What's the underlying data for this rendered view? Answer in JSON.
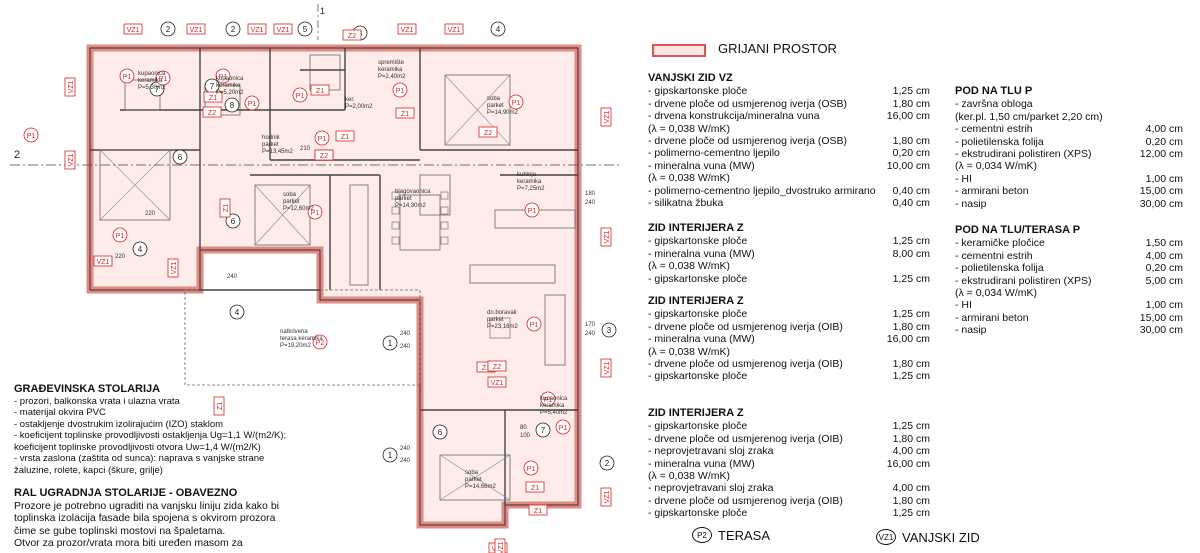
{
  "legend": {
    "grijani": "GRIJANI PROSTOR",
    "terasa_code": "P2",
    "terasa_label": "TERASA",
    "vanjski_code": "VZ1",
    "vanjski_label": "VANJSKI ZID"
  },
  "vanjski_zid": {
    "title": "VANJSKI ZID VZ",
    "rows": [
      {
        "t": "- gipskartonske ploče",
        "v": "1,25 cm"
      },
      {
        "t": "- drvene ploče od usmjerenog iverja (OSB)",
        "v": "1,80 cm"
      },
      {
        "t": "- drvena konstrukcija/mineralna vuna",
        "v": "16,00 cm"
      },
      {
        "t": "   (λ = 0,038 W/mK)",
        "v": ""
      },
      {
        "t": "- drvene ploče od usmjerenog iverja (OSB)",
        "v": "1,80 cm"
      },
      {
        "t": "- polimerno-cementno ljepilo",
        "v": "0,20 cm"
      },
      {
        "t": "- mineralna vuna (MW)",
        "v": "10,00 cm"
      },
      {
        "t": "   (λ = 0,038 W/mK)",
        "v": ""
      },
      {
        "t": "- polimerno-cementno ljepilo_dvostruko armirano",
        "v": "0,40 cm"
      },
      {
        "t": "- silikatna žbuka",
        "v": "0,40 cm"
      }
    ]
  },
  "zid_interijera_1": {
    "title": "ZID INTERIJERA Z",
    "rows": [
      {
        "t": "- gipskartonske ploče",
        "v": "1,25 cm"
      },
      {
        "t": "- mineralna vuna (MW)",
        "v": "8,00 cm"
      },
      {
        "t": "   (λ = 0,038 W/mK)",
        "v": ""
      },
      {
        "t": "- gipskartonske ploče",
        "v": "1,25 cm"
      }
    ]
  },
  "zid_interijera_2": {
    "title": "ZID INTERIJERA Z",
    "rows": [
      {
        "t": "- gipskartonske ploče",
        "v": "1,25 cm"
      },
      {
        "t": "- drvene ploče od usmjerenog iverja (OIB)",
        "v": "1,80 cm"
      },
      {
        "t": "- mineralna vuna (MW)",
        "v": "16,00 cm"
      },
      {
        "t": "   (λ = 0,038 W/mK)",
        "v": ""
      },
      {
        "t": "- drvene ploče od usmjerenog iverja (OIB)",
        "v": "1,80 cm"
      },
      {
        "t": "- gipskartonske ploče",
        "v": "1,25 cm"
      }
    ]
  },
  "zid_interijera_3": {
    "title": "ZID INTERIJERA Z",
    "rows": [
      {
        "t": "- gipskartonske ploče",
        "v": "1,25 cm"
      },
      {
        "t": "- drvene ploče od usmjerenog iverja (OIB)",
        "v": "1,80 cm"
      },
      {
        "t": "- neprovjetravani sloj zraka",
        "v": "4,00 cm"
      },
      {
        "t": "- mineralna vuna (MW)",
        "v": "16,00 cm"
      },
      {
        "t": "   (λ = 0,038 W/mK)",
        "v": ""
      },
      {
        "t": "- neprovjetravani sloj zraka",
        "v": "4,00 cm"
      },
      {
        "t": "- drvene ploče od usmjerenog iverja (OIB)",
        "v": "1,80 cm"
      },
      {
        "t": "- gipskartonske ploče",
        "v": "1,25 cm"
      }
    ]
  },
  "pod_na_tlu": {
    "title": "POD NA TLU  P",
    "rows": [
      {
        "t": "- završna obloga",
        "v": ""
      },
      {
        "t": "  (ker.pl. 1,50 cm/parket 2,20 cm)",
        "v": ""
      },
      {
        "t": "- cementni estrih",
        "v": "4,00 cm"
      },
      {
        "t": "- polietilenska folija",
        "v": "0,20 cm"
      },
      {
        "t": "- ekstrudirani polistiren (XPS)",
        "v": "12,00 cm"
      },
      {
        "t": "   (λ = 0,034 W/mK)",
        "v": ""
      },
      {
        "t": "- HI",
        "v": "1,00 cm"
      },
      {
        "t": "- armirani beton",
        "v": "15,00 cm"
      },
      {
        "t": "- nasip",
        "v": "30,00 cm"
      }
    ]
  },
  "pod_terasa": {
    "title": "POD NA TLU/TERASA P",
    "rows": [
      {
        "t": "- keramičke pločice",
        "v": "1,50 cm"
      },
      {
        "t": "- cementni estrih",
        "v": "4,00 cm"
      },
      {
        "t": "- polietilenska folija",
        "v": "0,20 cm"
      },
      {
        "t": "- ekstrudirani polistiren (XPS)",
        "v": "5,00 cm"
      },
      {
        "t": "   (λ = 0,034 W/mK)",
        "v": ""
      },
      {
        "t": "- HI",
        "v": "1,00 cm"
      },
      {
        "t": "- armirani beton",
        "v": "15,00 cm"
      },
      {
        "t": "- nasip",
        "v": "30,00 cm"
      }
    ]
  },
  "stolarija": {
    "title": "GRAĐEVINSKA STOLARIJA",
    "lines": [
      "- prozori, balkonska vrata i ulazna vrata",
      "- materijal okvira PVC",
      "- ostakljenje dvostrukim izolirajućim (IZO) staklom",
      "- koeficijent toplinske provodljivosti ostakljenja Ug=1,1 W/(m2/K);",
      "  koeficijent toplinske provodljivosti otvora Uw=1,4 W/(m2/K)",
      "- vrsta zaslona (zaštita od sunca): naprava s vanjske strane",
      "  žaluzine, rolete, kapci (škure, grilje)"
    ]
  },
  "ral": {
    "title": "RAL UGRADNJA STOLARIJE - OBAVEZNO",
    "lines": [
      "Prozore je potrebno ugraditi na vanjsku liniju zida kako bi",
      "toplinska izolacija fasade bila spojena s okvirom prozora",
      "čime se gube toplinski mostovi na špaletama.",
      "Otvor za prozor/vrata mora biti uređen masom za"
    ]
  },
  "plan": {
    "rooms": [
      {
        "name": "kupaonica",
        "sub": "keramika",
        "area": "P=5,30m2"
      },
      {
        "name": "kupaonica",
        "sub": "keramika",
        "area": "P=5,20m2"
      },
      {
        "name": "spremište",
        "sub": "keramika",
        "area": "P=2,40m2"
      },
      {
        "name": "ker.",
        "sub": "",
        "area": "P=2,00m2"
      },
      {
        "name": "soba",
        "sub": "parket",
        "area": "P=14,90m2"
      },
      {
        "name": "hodnik",
        "sub": "parket",
        "area": "P=13,45m2"
      },
      {
        "name": "soba",
        "sub": "parket",
        "area": "P=12,60m2"
      },
      {
        "name": "blagovaonica",
        "sub": "parket",
        "area": "P=14,30m2"
      },
      {
        "name": "kuhinja",
        "sub": "keramika",
        "area": "P=7,25m2"
      },
      {
        "name": "dn.boravak",
        "sub": "parket",
        "area": "P=23,16m2"
      },
      {
        "name": "natkrivena",
        "sub": "terasa keramika",
        "area": "P=19,20m2"
      },
      {
        "name": "kupaonica",
        "sub": "keramika",
        "area": "P=5,40m2"
      },
      {
        "name": "soba",
        "sub": "parket",
        "area": "P=14,66m2"
      }
    ],
    "tags": [
      "VZ1",
      "Z1",
      "Z2",
      "P1",
      "P2"
    ],
    "axes": [
      "1",
      "2",
      "3",
      "4",
      "5",
      "6",
      "7",
      "8"
    ],
    "dims": [
      "240",
      "210",
      "220",
      "170",
      "80",
      "100"
    ]
  }
}
